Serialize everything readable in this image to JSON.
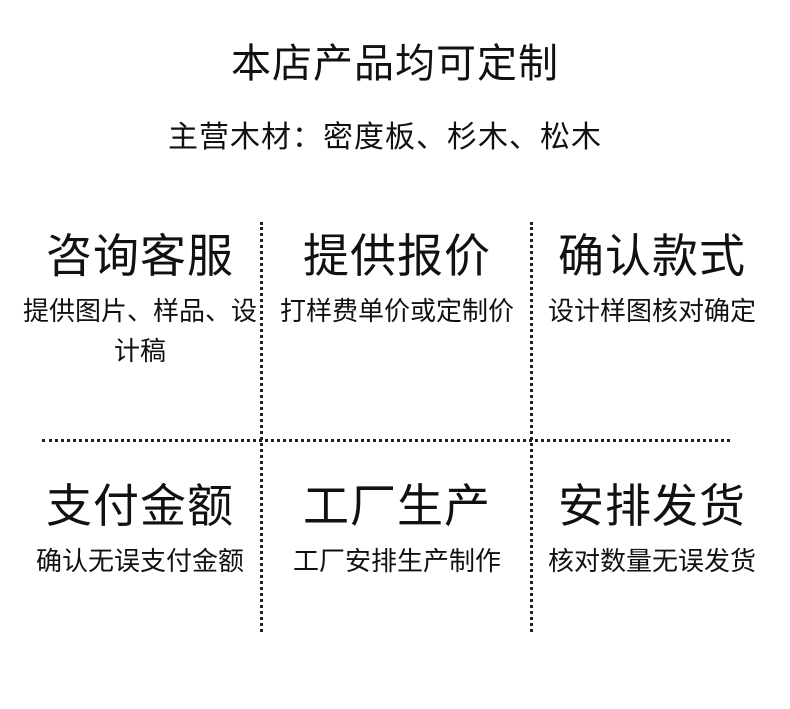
{
  "header": {
    "title": "本店产品均可定制",
    "subtitle": "主营木材：密度板、杉木、松木"
  },
  "steps": [
    {
      "heading": "咨询客服",
      "desc": "提供图片、样品、设计稿"
    },
    {
      "heading": "提供报价",
      "desc": "打样费单价或定制价"
    },
    {
      "heading": "确认款式",
      "desc": "设计样图核对确定"
    },
    {
      "heading": "支付金额",
      "desc": "确认无误支付金额"
    },
    {
      "heading": "工厂生产",
      "desc": "工厂安排生产制作"
    },
    {
      "heading": "安排发货",
      "desc": "核对数量无误发货"
    }
  ]
}
